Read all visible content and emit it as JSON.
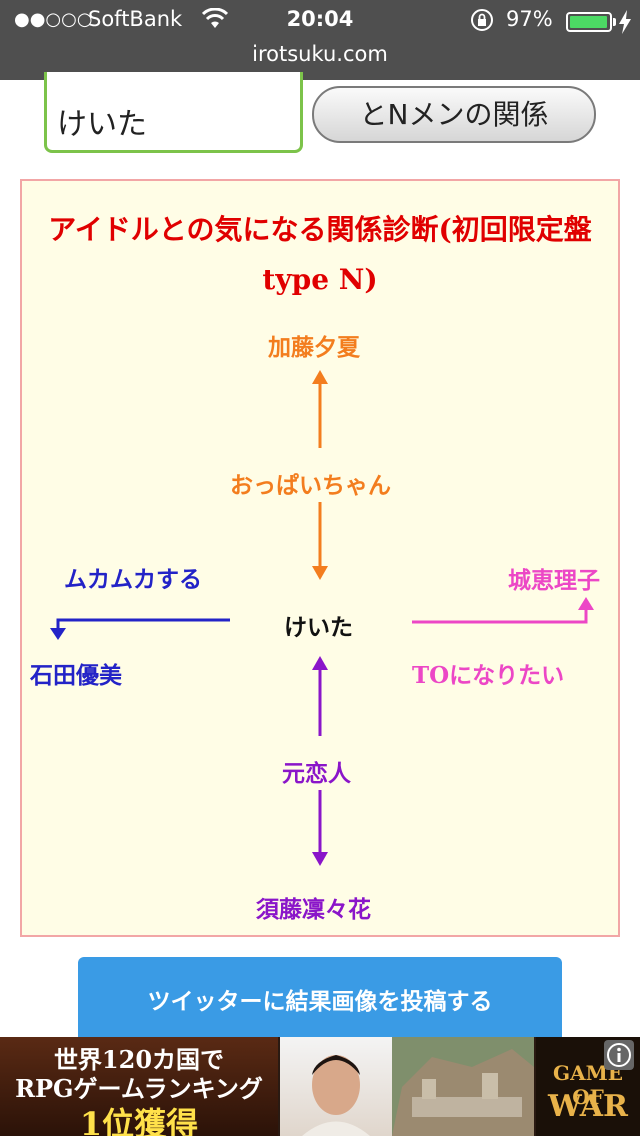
{
  "status_bar": {
    "signal": "●●○○○",
    "carrier": "SoftBank",
    "time": "20:04",
    "battery_percent": "97%",
    "battery_level": 0.97
  },
  "browser": {
    "url": "irotsuku.com"
  },
  "form": {
    "name_value": "けいた",
    "submit_label": "とNメンの関係"
  },
  "result": {
    "title": "アイドルとの気になる関係診断(初回限定盤 type N)",
    "center_name": "けいた",
    "top": {
      "relation": "おっぱいちゃん",
      "person": "加藤夕夏",
      "color": "#f37d1e"
    },
    "left": {
      "relation": "ムカムカする",
      "person": "石田優美",
      "color": "#2323c7"
    },
    "right": {
      "relation": "TOになりたい",
      "person": "城恵理子",
      "color": "#ec47c6"
    },
    "bottom": {
      "relation": "元恋人",
      "person": "須藤凜々花",
      "color": "#8a15c9"
    }
  },
  "tweet_button": {
    "label": "ツイッターに結果画像を投稿する"
  },
  "ad": {
    "line1": "世界120カ国で",
    "line2": "RPGゲームランキング",
    "line3": "1位獲得",
    "logo_top": "GAME OF",
    "logo_bottom": "WAR",
    "info_icon": "info-icon"
  }
}
